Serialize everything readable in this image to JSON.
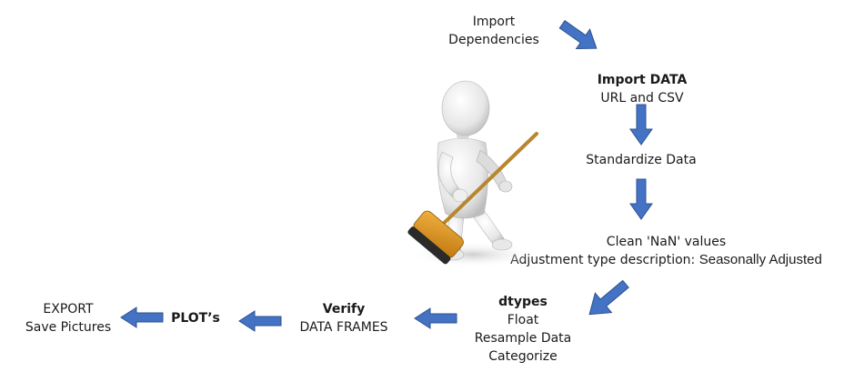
{
  "colors": {
    "arrow": "#4472C4",
    "arrow_edge": "#2F528F"
  },
  "steps": {
    "import_dependencies": {
      "line1": "Import",
      "line2": "Dependencies"
    },
    "import_data": {
      "title": "Import DATA",
      "subtitle": "URL and CSV"
    },
    "standardize": {
      "text": "Standardize Data"
    },
    "clean": {
      "line1": "Clean 'NaN' values",
      "line2_prefix": "Adjustment type description:",
      "line2_value": "Seasonally Adjusted"
    },
    "dtypes": {
      "title": "dtypes",
      "line1": "Float",
      "line2": "Resample Data",
      "line3": "Categorize"
    },
    "verify": {
      "title": "Verify",
      "subtitle": "DATA FRAMES"
    },
    "plots": {
      "title": "PLOT’s"
    },
    "export": {
      "line1": "EXPORT",
      "line2": "Save Pictures"
    }
  },
  "illustration": {
    "icon": "robot-sweeping-broom"
  }
}
